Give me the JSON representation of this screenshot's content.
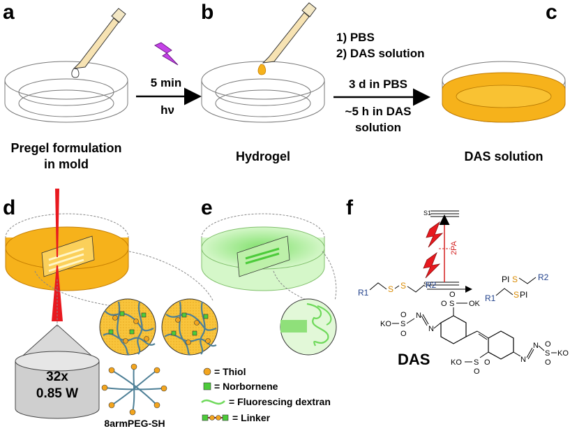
{
  "panels": {
    "a": {
      "letter": "a",
      "caption_line1": "Pregel formulation",
      "caption_line2": "in mold"
    },
    "b": {
      "letter": "b",
      "caption": "Hydrogel"
    },
    "c": {
      "letter": "c",
      "caption": "DAS solution"
    },
    "d": {
      "letter": "d",
      "objective_line1": "32x",
      "objective_line2": "0.85 W"
    },
    "e": {
      "letter": "e"
    },
    "f": {
      "letter": "f"
    }
  },
  "steps": {
    "ab": {
      "time": "5 min",
      "light": "hν"
    },
    "bc": {
      "above_1": "1) PBS",
      "above_2": "2) DAS solution",
      "below_1": "3 d in PBS",
      "below_2": "~5 h in DAS",
      "below_3": "solution"
    }
  },
  "legend": {
    "polymer": "8armPEG-SH",
    "thiol": "= Thiol",
    "norbornene": "= Norbornene",
    "dextran": "= Fluorescing dextran",
    "linker": "= Linker"
  },
  "chemistry": {
    "s1": "S1",
    "s0": "S0",
    "two_pa": "2PA",
    "r1": "R1",
    "r2": "R2",
    "s": "S",
    "pi": "PI",
    "ko": "KO",
    "ok": "OK",
    "so3": "S",
    "o": "O",
    "n": "N",
    "das_label": "DAS"
  },
  "colors": {
    "orange": "#f6b21b",
    "green": "#8fe07a",
    "laser_red": "#e8191f",
    "polymer_blue": "#4d7f96",
    "thiol": "#f3a51e",
    "norbornene": "#4ccb3a",
    "lightning_purple": "#c542e8"
  }
}
